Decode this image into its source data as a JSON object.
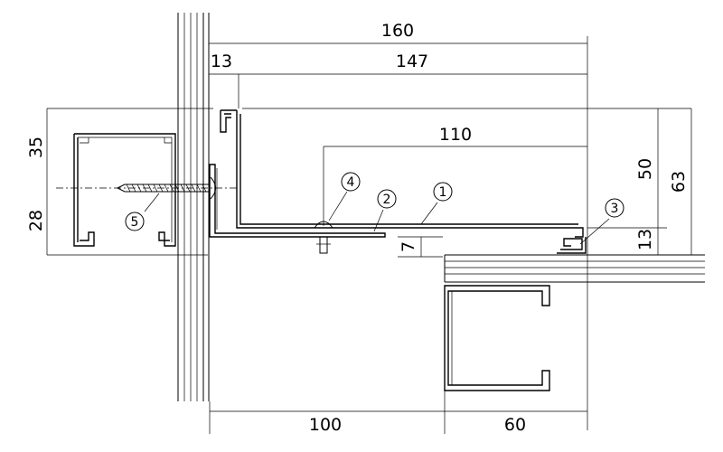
{
  "dimensions": {
    "top_overall": "160",
    "top_left": "13",
    "top_middle": "147",
    "inner_length": "110",
    "left_upper": "35",
    "left_lower": "28",
    "right_inner": "50",
    "right_outer": "63",
    "right_lower": "13",
    "offset_small": "7",
    "bottom_left": "100",
    "bottom_right": "60"
  },
  "callouts": [
    "1",
    "2",
    "3",
    "4",
    "5"
  ]
}
